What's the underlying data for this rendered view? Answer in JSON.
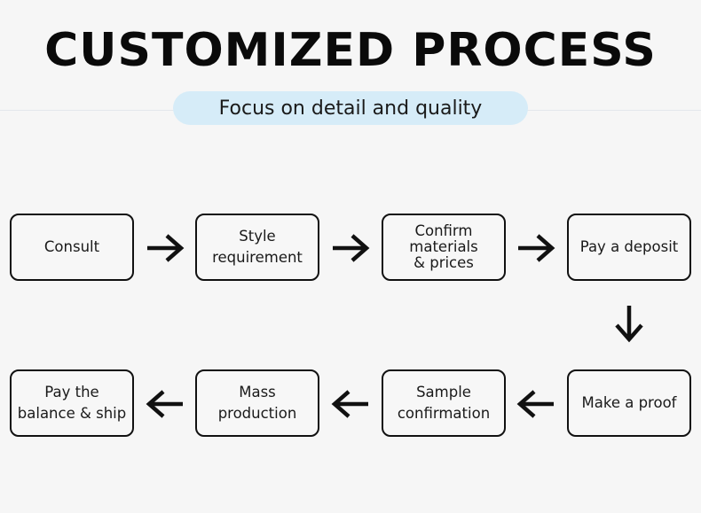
{
  "header": {
    "title": "CUSTOMIZED PROCESS",
    "subtitle": "Focus on detail and quality"
  },
  "steps": [
    {
      "line1": "Consult",
      "line2": ""
    },
    {
      "line1": "Style",
      "line2": "requirement"
    },
    {
      "line1": "Confirm",
      "line2": "materials",
      "line3": "& prices"
    },
    {
      "line1": "Pay a deposit",
      "line2": ""
    },
    {
      "line1": "Make a proof",
      "line2": ""
    },
    {
      "line1": "Sample",
      "line2": "confirmation"
    },
    {
      "line1": "Mass",
      "line2": "production"
    },
    {
      "line1": "Pay the",
      "line2": "balance & ship"
    }
  ],
  "arrows": {
    "forward": "arrow-right-icon",
    "down": "arrow-down-icon",
    "backward": "arrow-left-icon"
  }
}
